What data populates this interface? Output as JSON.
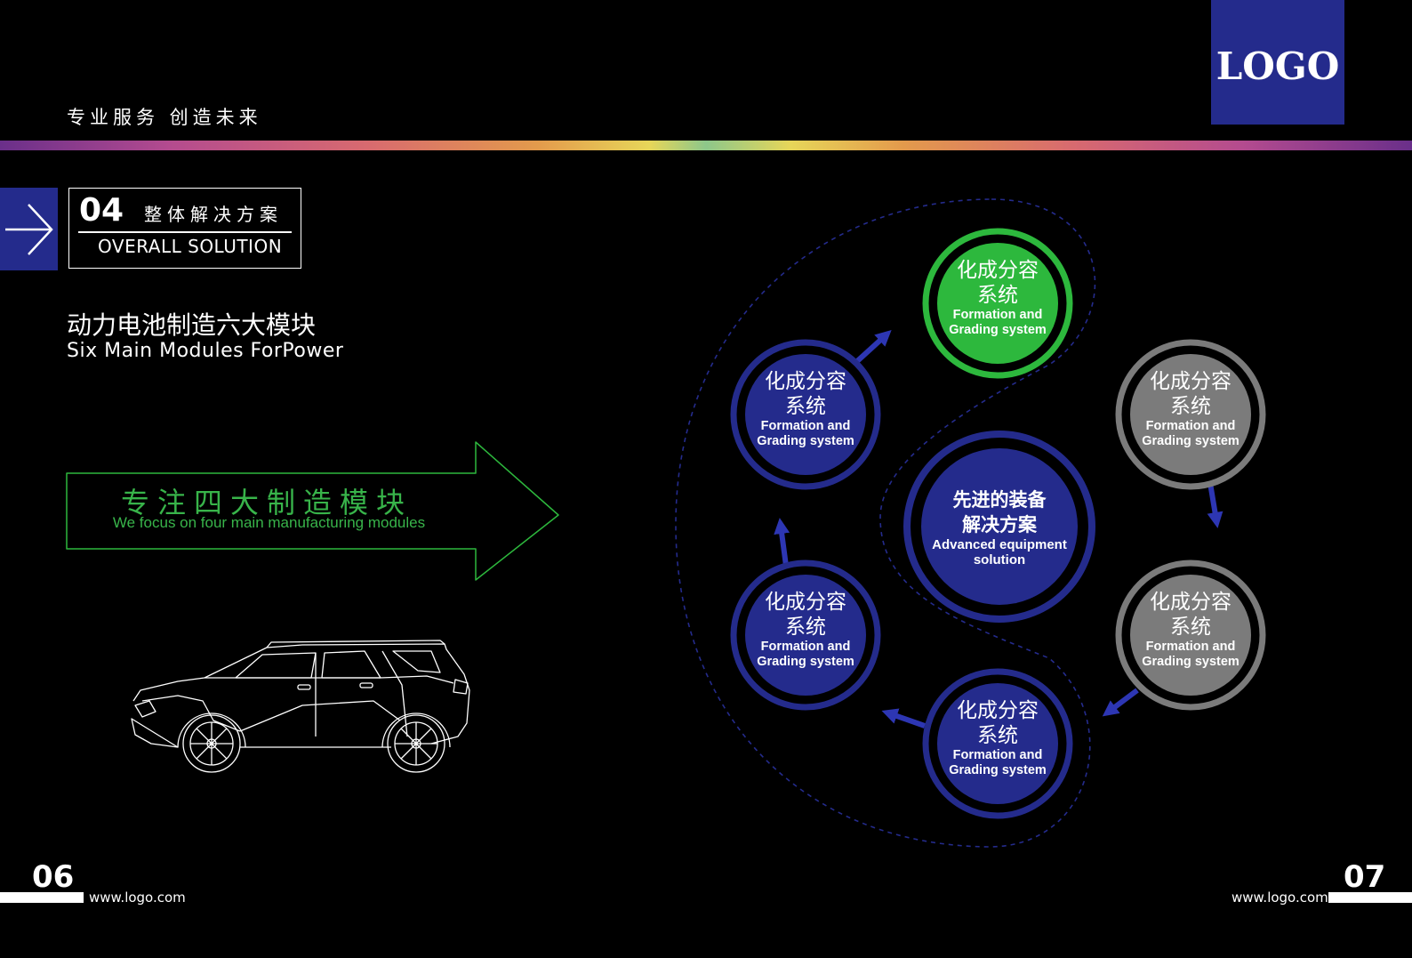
{
  "header": {
    "slogan": "专业服务   创造未来",
    "logo": "LOGO"
  },
  "section": {
    "number": "04",
    "title_cn": "整体解决方案",
    "title_en": "OVERALL SOLUTION"
  },
  "title": {
    "cn": "动力电池制造六大模块",
    "en": "Six Main Modules ForPower"
  },
  "focus": {
    "cn": "专注四大制造模块",
    "en": "We focus on four main manufacturing modules"
  },
  "diagram": {
    "center": {
      "cn_line1": "先进的装备",
      "cn_line2": "解决方案",
      "en_line1": "Advanced equipment",
      "en_line2": "solution"
    },
    "nodes": [
      {
        "cn_line1": "化成分容",
        "cn_line2": "系统",
        "en_line1": "Formation and",
        "en_line2": "Grading system",
        "color": "#2db83d"
      },
      {
        "cn_line1": "化成分容",
        "cn_line2": "系统",
        "en_line1": "Formation and",
        "en_line2": "Grading system",
        "color": "#7b7b7b"
      },
      {
        "cn_line1": "化成分容",
        "cn_line2": "系统",
        "en_line1": "Formation and",
        "en_line2": "Grading system",
        "color": "#7b7b7b"
      },
      {
        "cn_line1": "化成分容",
        "cn_line2": "系统",
        "en_line1": "Formation and",
        "en_line2": "Grading system",
        "color": "#242b8c"
      },
      {
        "cn_line1": "化成分容",
        "cn_line2": "系统",
        "en_line1": "Formation and",
        "en_line2": "Grading system",
        "color": "#242b8c"
      },
      {
        "cn_line1": "化成分容",
        "cn_line2": "系统",
        "en_line1": "Formation and",
        "en_line2": "Grading system",
        "color": "#242b8c"
      }
    ]
  },
  "footer": {
    "left": {
      "page": "06",
      "url": "www.logo.com"
    },
    "right": {
      "page": "07",
      "url": "www.logo.com"
    }
  },
  "colors": {
    "accent": "#242b8c",
    "green": "#38b44a",
    "gray": "#7b7b7b"
  }
}
